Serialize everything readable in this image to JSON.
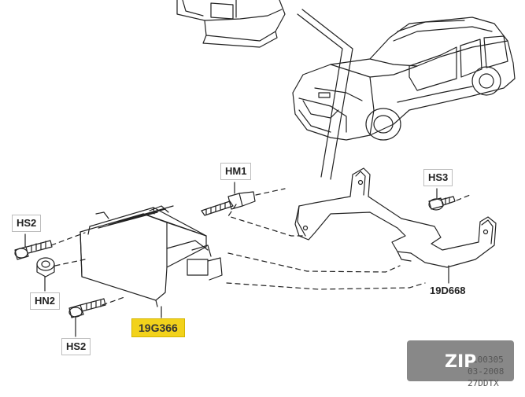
{
  "labels": {
    "hm1": "HM1",
    "hs3": "HS3",
    "hs2_top": "HS2",
    "hn2": "HN2",
    "hs2_bottom": "HS2",
    "bracket": "19D668",
    "module": "19G366"
  },
  "reference": {
    "line1": "100305",
    "line2": "03-2008",
    "line3": "27DDTX"
  },
  "watermark": {
    "text": "ZIP"
  },
  "colors": {
    "highlight": "#f2d21b",
    "line": "#222222",
    "badge": "#6e6e6e"
  }
}
